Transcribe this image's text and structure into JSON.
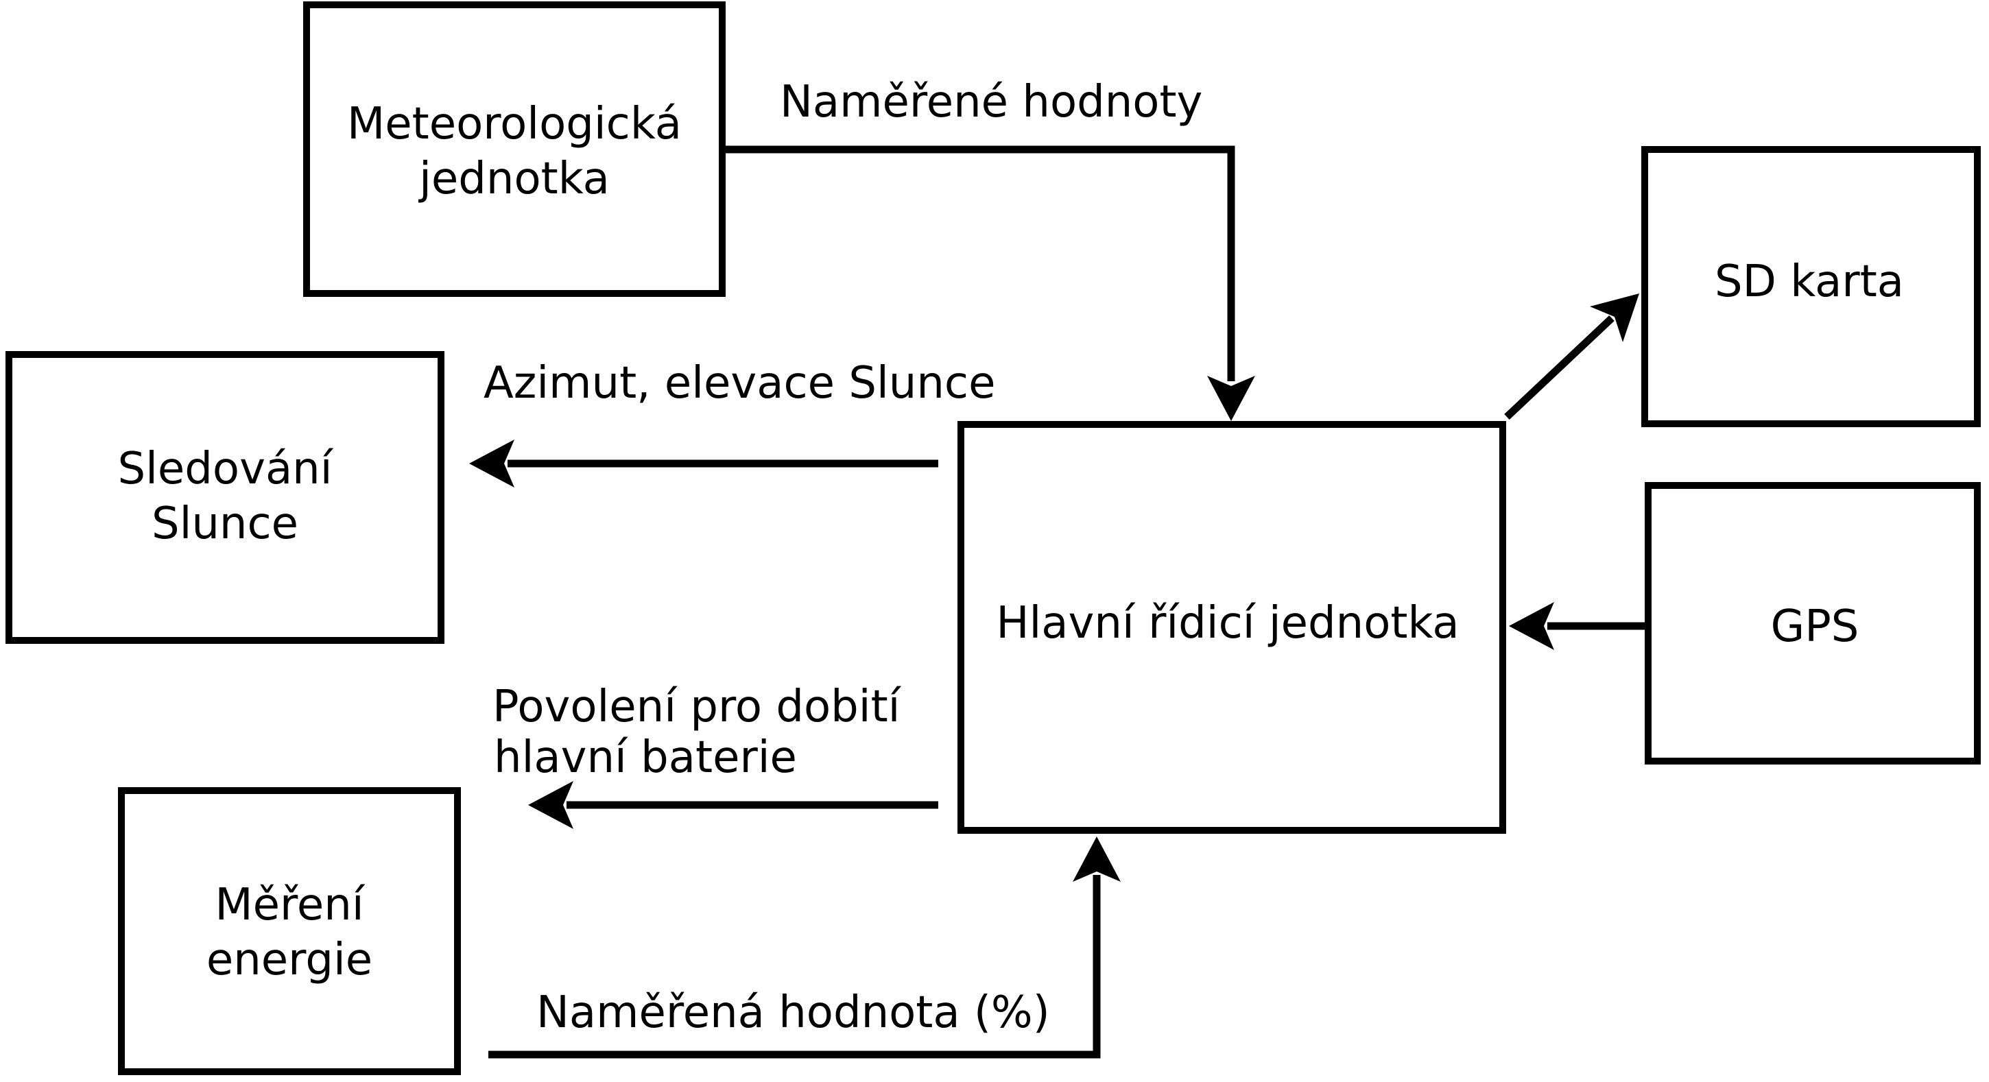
{
  "diagram": {
    "colors": {
      "background": "#ffffff",
      "stroke": "#000000",
      "text": "#000000"
    },
    "nodes": {
      "meteo": {
        "line1": "Meteorologická",
        "line2": "jednotka"
      },
      "sledovani": {
        "line1": "Sledování",
        "line2": "Slunce"
      },
      "mereni": {
        "line1": "Měření",
        "line2": "energie"
      },
      "hlavni": {
        "label": "Hlavní řídicí jednotka"
      },
      "sd": {
        "label": "SD karta"
      },
      "gps": {
        "label": "GPS"
      }
    },
    "edges": {
      "meteo_to_hlavni": {
        "label": "Naměřené hodnoty"
      },
      "hlavni_to_sledovani": {
        "label": "Azimut, elevace Slunce"
      },
      "hlavni_to_battery": {
        "line1": "Povolení pro dobití",
        "line2": "hlavní baterie"
      },
      "mereni_to_hlavni": {
        "label": "Naměřená hodnota (%)"
      }
    }
  }
}
